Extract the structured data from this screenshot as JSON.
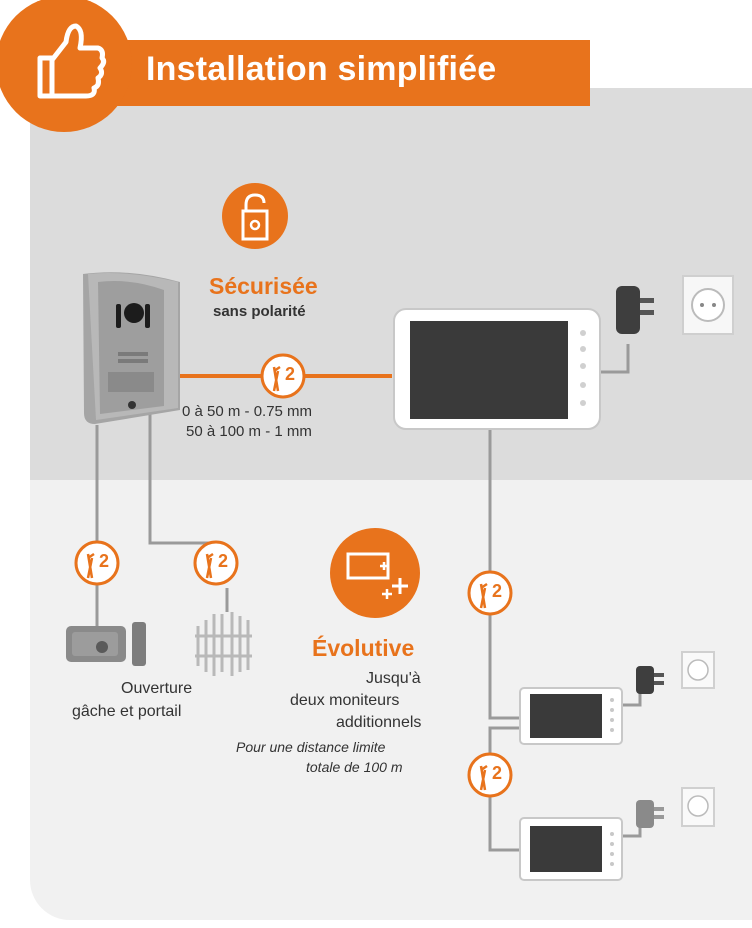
{
  "banner": {
    "title": "Installation simplifiée"
  },
  "secure": {
    "title": "Sécurisée",
    "subtitle": "sans polarité"
  },
  "cable": {
    "line1": "0 à 50 m - 0.75 mm",
    "line2": "50 à 100 m - 1 mm"
  },
  "badge_number": "2",
  "opening": {
    "line1": "Ouverture",
    "line2": "gâche et portail"
  },
  "scalable": {
    "title": "Évolutive",
    "line1": "Jusqu'à",
    "line2": "deux moniteurs",
    "line3": "additionnels",
    "note1": "Pour une distance limite",
    "note2": "totale de 100 m"
  },
  "colors": {
    "accent": "#e8731c",
    "grey_bg": "#dcdcdc",
    "light_bg": "#f1f1f1",
    "wire": "#9a9a9a"
  },
  "icons": [
    "thumbs-up-icon",
    "padlock-icon",
    "cable-badge-icon",
    "add-monitor-icon",
    "power-adapter-icon",
    "wall-socket-icon"
  ]
}
